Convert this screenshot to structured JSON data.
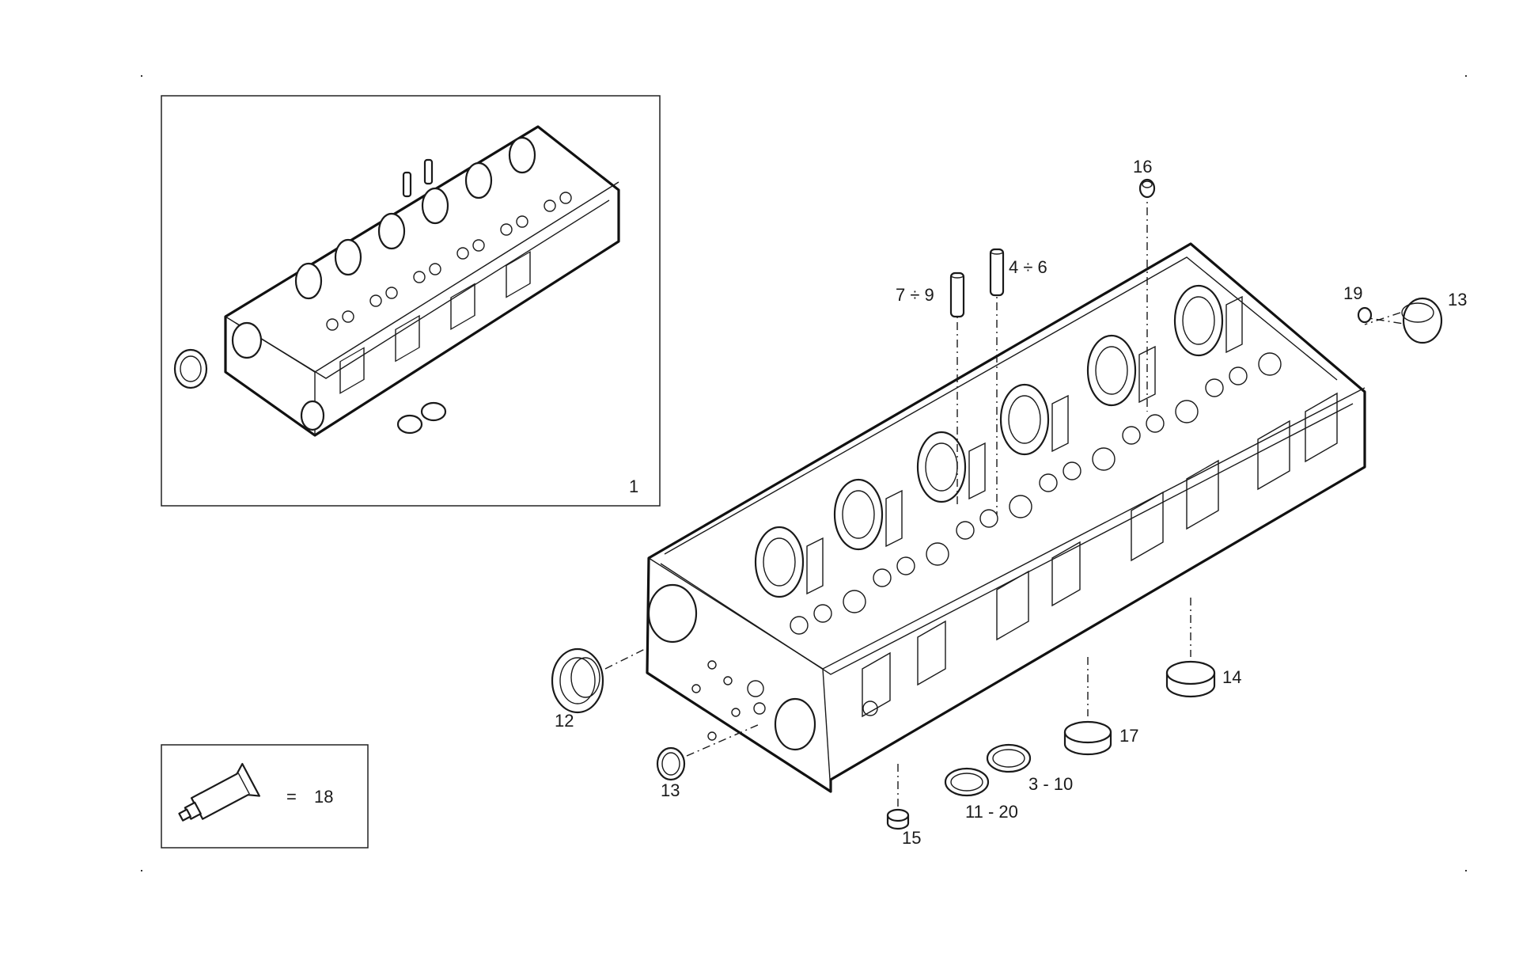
{
  "inset": {
    "assembly_ref": "1"
  },
  "legend": {
    "equals": "=",
    "ref": "18"
  },
  "callouts": {
    "c16": "16",
    "c4_6": "4 ÷ 6",
    "c7_9": "7 ÷ 9",
    "c19": "19",
    "c13_right": "13",
    "c12": "12",
    "c13_left": "13",
    "c14": "14",
    "c17": "17",
    "c3_10": "3 - 10",
    "c11_20": "11 - 20",
    "c15": "15"
  }
}
